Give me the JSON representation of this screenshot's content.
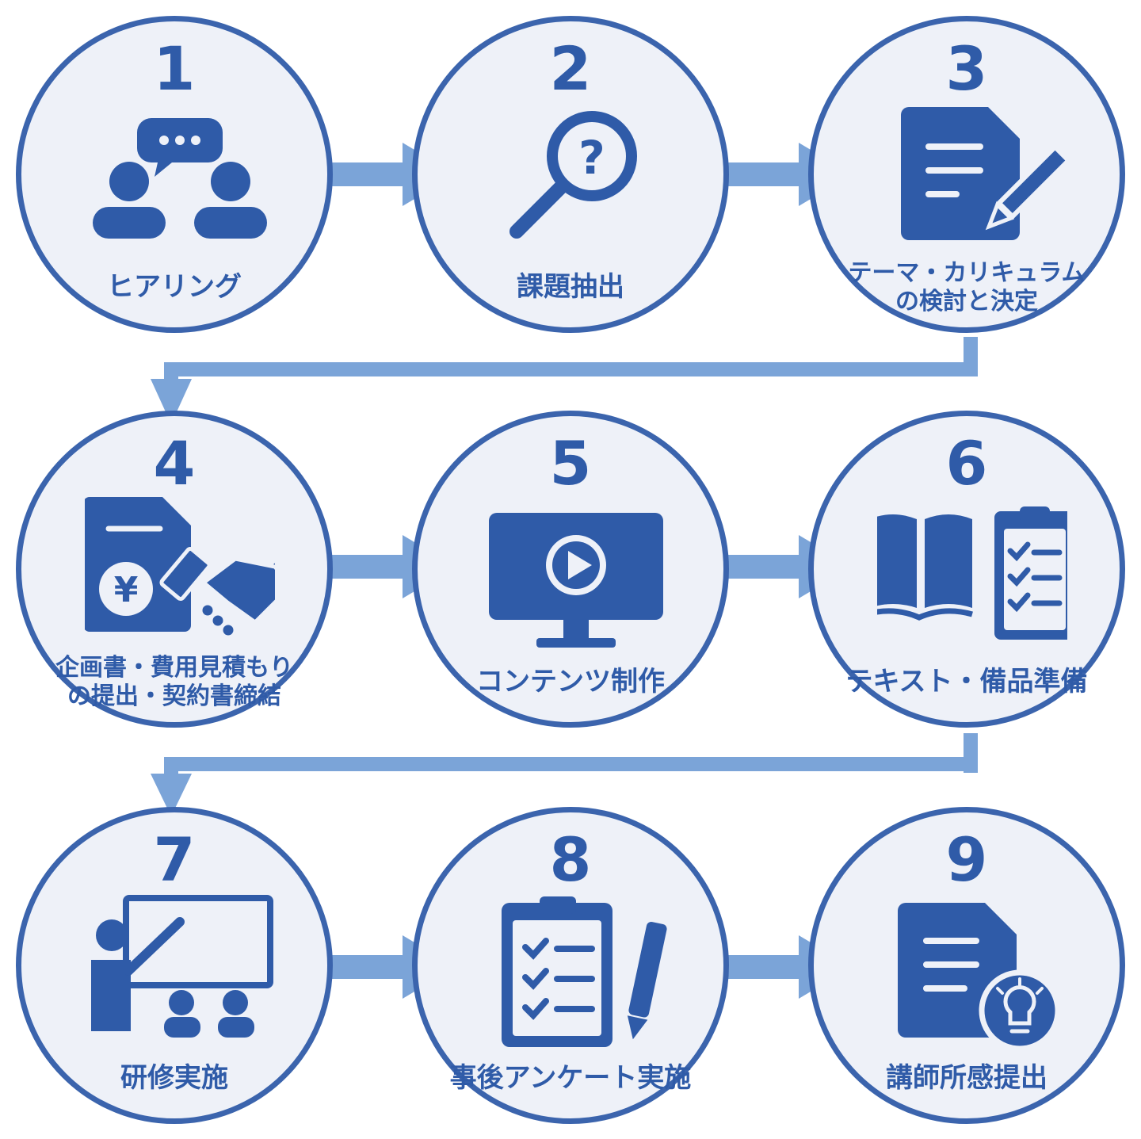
{
  "colors": {
    "primary": "#2f5ba8",
    "circle_fill": "#eef1f8",
    "circle_border": "#3b64ad",
    "connector": "#7ba4d8"
  },
  "steps": [
    {
      "number": "1",
      "label_lines": [
        "ヒアリング"
      ],
      "icon": "conversation-icon"
    },
    {
      "number": "2",
      "label_lines": [
        "課題抽出"
      ],
      "icon": "magnifier-question-icon"
    },
    {
      "number": "3",
      "label_lines": [
        "テーマ・カリキュラム",
        "の検討と決定"
      ],
      "icon": "document-pencil-icon"
    },
    {
      "number": "4",
      "label_lines": [
        "企画書・費用見積もり",
        "の提出・契約書締結"
      ],
      "icon": "yen-document-handshake-icon"
    },
    {
      "number": "5",
      "label_lines": [
        "コンテンツ制作"
      ],
      "icon": "video-monitor-icon"
    },
    {
      "number": "6",
      "label_lines": [
        "テキスト・備品準備"
      ],
      "icon": "book-checklist-icon"
    },
    {
      "number": "7",
      "label_lines": [
        "研修実施"
      ],
      "icon": "presentation-icon"
    },
    {
      "number": "8",
      "label_lines": [
        "事後アンケート実施"
      ],
      "icon": "survey-clipboard-icon"
    },
    {
      "number": "9",
      "label_lines": [
        "講師所感提出"
      ],
      "icon": "document-idea-icon"
    }
  ]
}
